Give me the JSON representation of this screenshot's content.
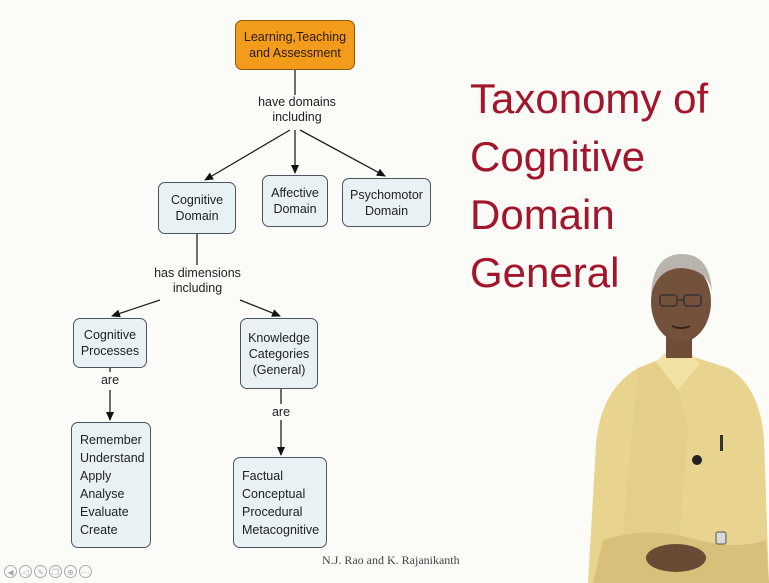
{
  "slide": {
    "title": "Taxonomy of\nCognitive\nDomain General",
    "footer": "N.J. Rao and K. Rajanikanth"
  },
  "concept_map": {
    "nodes": {
      "root": "Learning,Teaching\nand Assessment",
      "cognitive_domain": "Cognitive\nDomain",
      "affective_domain": "Affective\nDomain",
      "psychomotor_domain": "Psychomotor\nDomain",
      "cognitive_processes": "Cognitive\nProcesses",
      "knowledge_categories": "Knowledge\nCategories\n(General)",
      "processes_list": "Remember\nUnderstand\nApply\nAnalyse\nEvaluate\nCreate",
      "knowledge_list": "Factual\nConceptual\nProcedural\nMetacognitive"
    },
    "link_labels": {
      "have_domains": "have domains\nincluding",
      "has_dimensions": "has dimensions\nincluding",
      "are_left": "are",
      "are_right": "are"
    },
    "colors": {
      "root_fill": "#f39b1a",
      "node_fill": "#e9f1f4",
      "title": "#a3152a"
    }
  },
  "player_controls": [
    "prev-icon",
    "back-icon",
    "edit-icon",
    "copy-icon",
    "zoom-icon",
    "more-icon"
  ]
}
